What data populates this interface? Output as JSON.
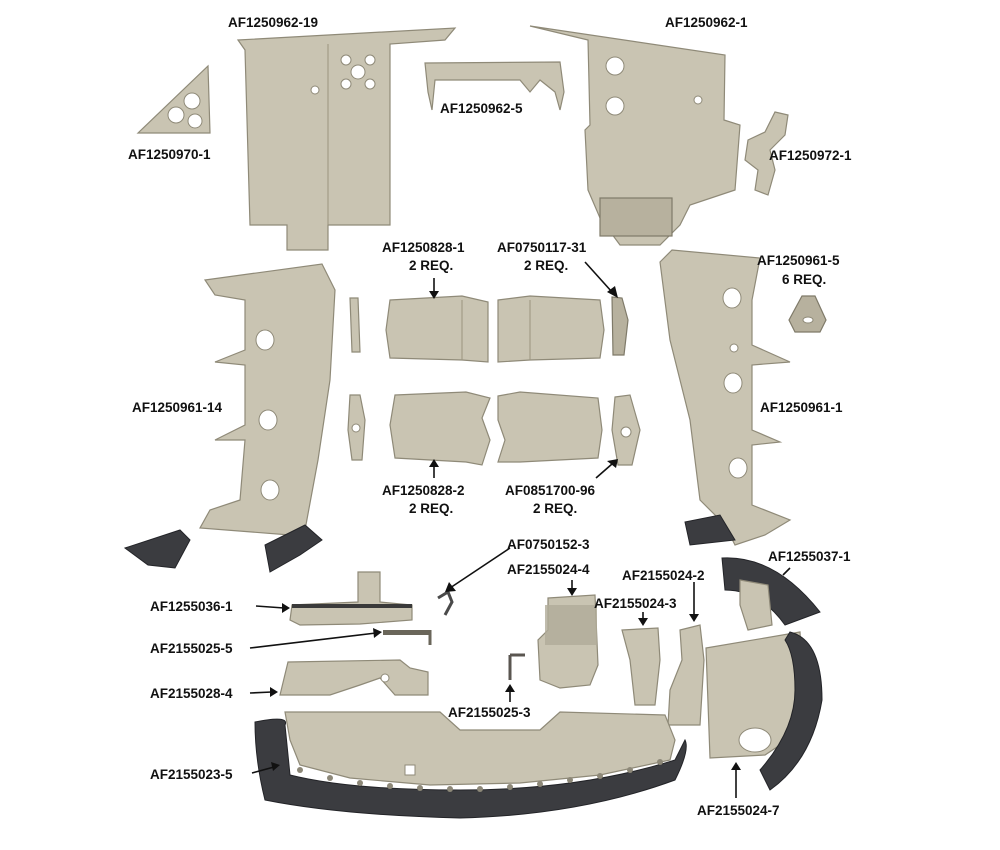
{
  "labels": {
    "af1250962_19": "AF1250962-19",
    "af1250962_1": "AF1250962-1",
    "af1250962_5": "AF1250962-5",
    "af1250970_1": "AF1250970-1",
    "af1250972_1": "AF1250972-1",
    "af1250828_1": "AF1250828-1",
    "af1250828_1_qty": "2 REQ.",
    "af0750117_31": "AF0750117-31",
    "af0750117_31_qty": "2 REQ.",
    "af1250961_5": "AF1250961-5",
    "af1250961_5_qty": "6 REQ.",
    "af1250961_14": "AF1250961-14",
    "af1250961_1": "AF1250961-1",
    "af1250828_2": "AF1250828-2",
    "af1250828_2_qty": "2 REQ.",
    "af0851700_96": "AF0851700-96",
    "af0851700_96_qty": "2 REQ.",
    "af0750152_3": "AF0750152-3",
    "af2155024_4": "AF2155024-4",
    "af2155024_2": "AF2155024-2",
    "af1255037_1": "AF1255037-1",
    "af1255036_1": "AF1255036-1",
    "af2155024_3": "AF2155024-3",
    "af2155025_5": "AF2155025-5",
    "af2155028_4": "AF2155028-4",
    "af2155025_3": "AF2155025-3",
    "af2155023_5": "AF2155023-5",
    "af2155024_7": "AF2155024-7"
  },
  "colors": {
    "metal": "#c9c4b2",
    "metal_dark": "#b7b19e",
    "rubber": "#3b3c40",
    "text": "#111111"
  }
}
